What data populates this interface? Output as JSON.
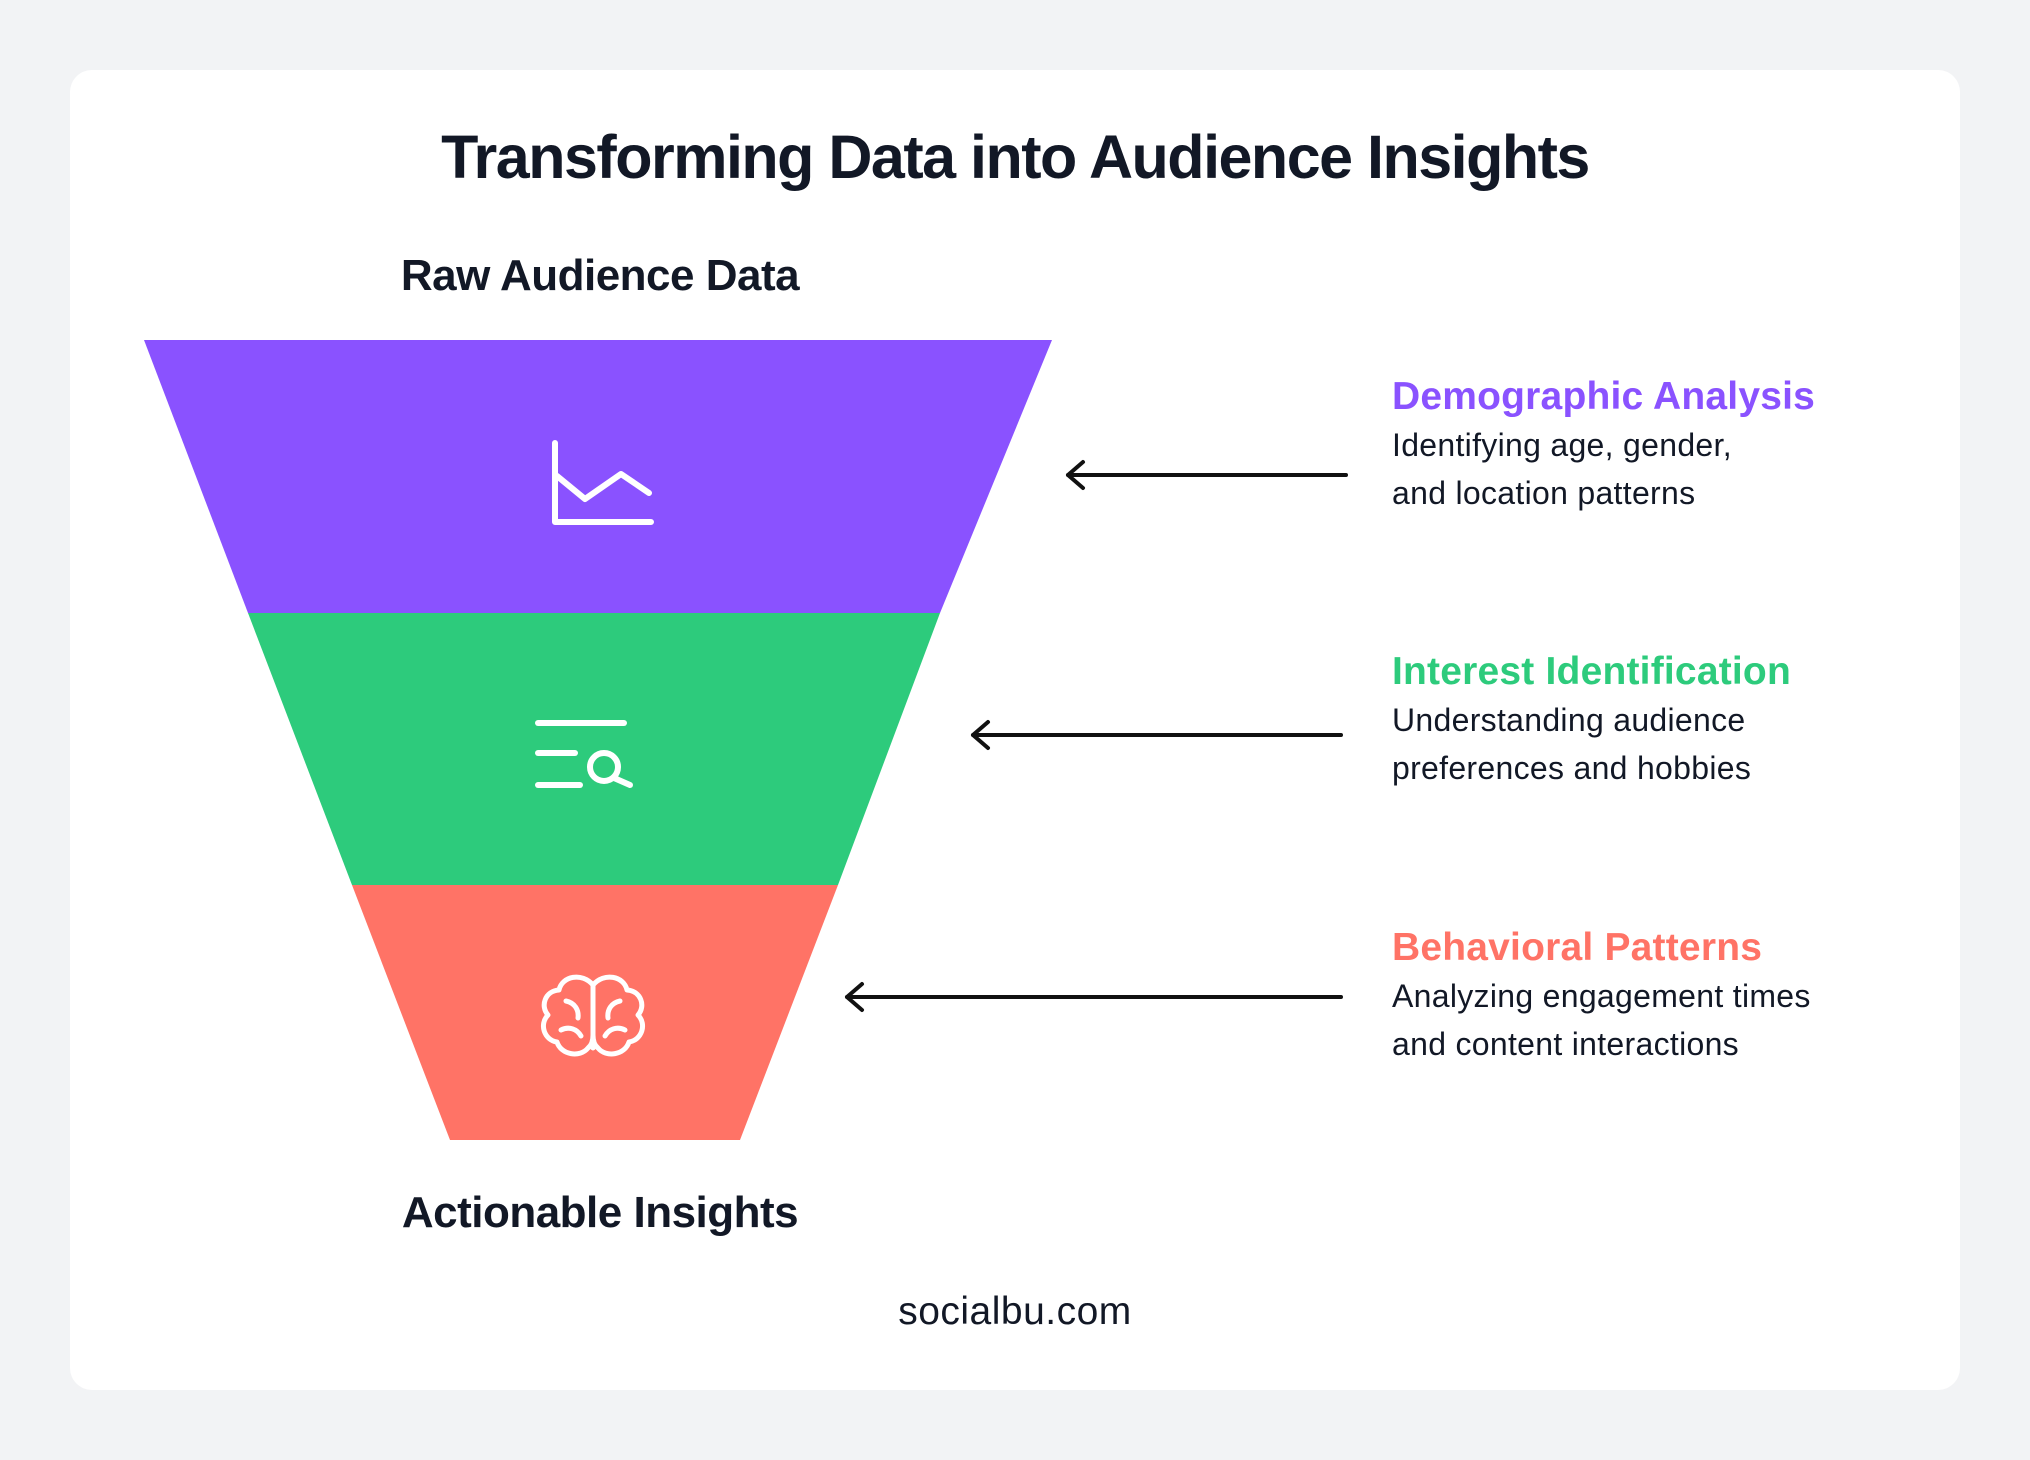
{
  "title": "Transforming Data into Audience Insights",
  "funnel": {
    "top_label": "Raw Audience Data",
    "bottom_label": "Actionable Insights"
  },
  "stages": [
    {
      "title": "Demographic Analysis",
      "description_lines": [
        "Identifying age, gender,",
        "and location patterns"
      ],
      "color": "#8a52ff",
      "icon": "line-chart-icon"
    },
    {
      "title": "Interest Identification",
      "description_lines": [
        "Understanding audience",
        "preferences and hobbies"
      ],
      "color": "#2dcb7c",
      "icon": "list-search-icon"
    },
    {
      "title": "Behavioral Patterns",
      "description_lines": [
        "Analyzing engagement times",
        "and content interactions"
      ],
      "color": "#ff7366",
      "icon": "brain-icon"
    }
  ],
  "footer": "socialbu.com"
}
